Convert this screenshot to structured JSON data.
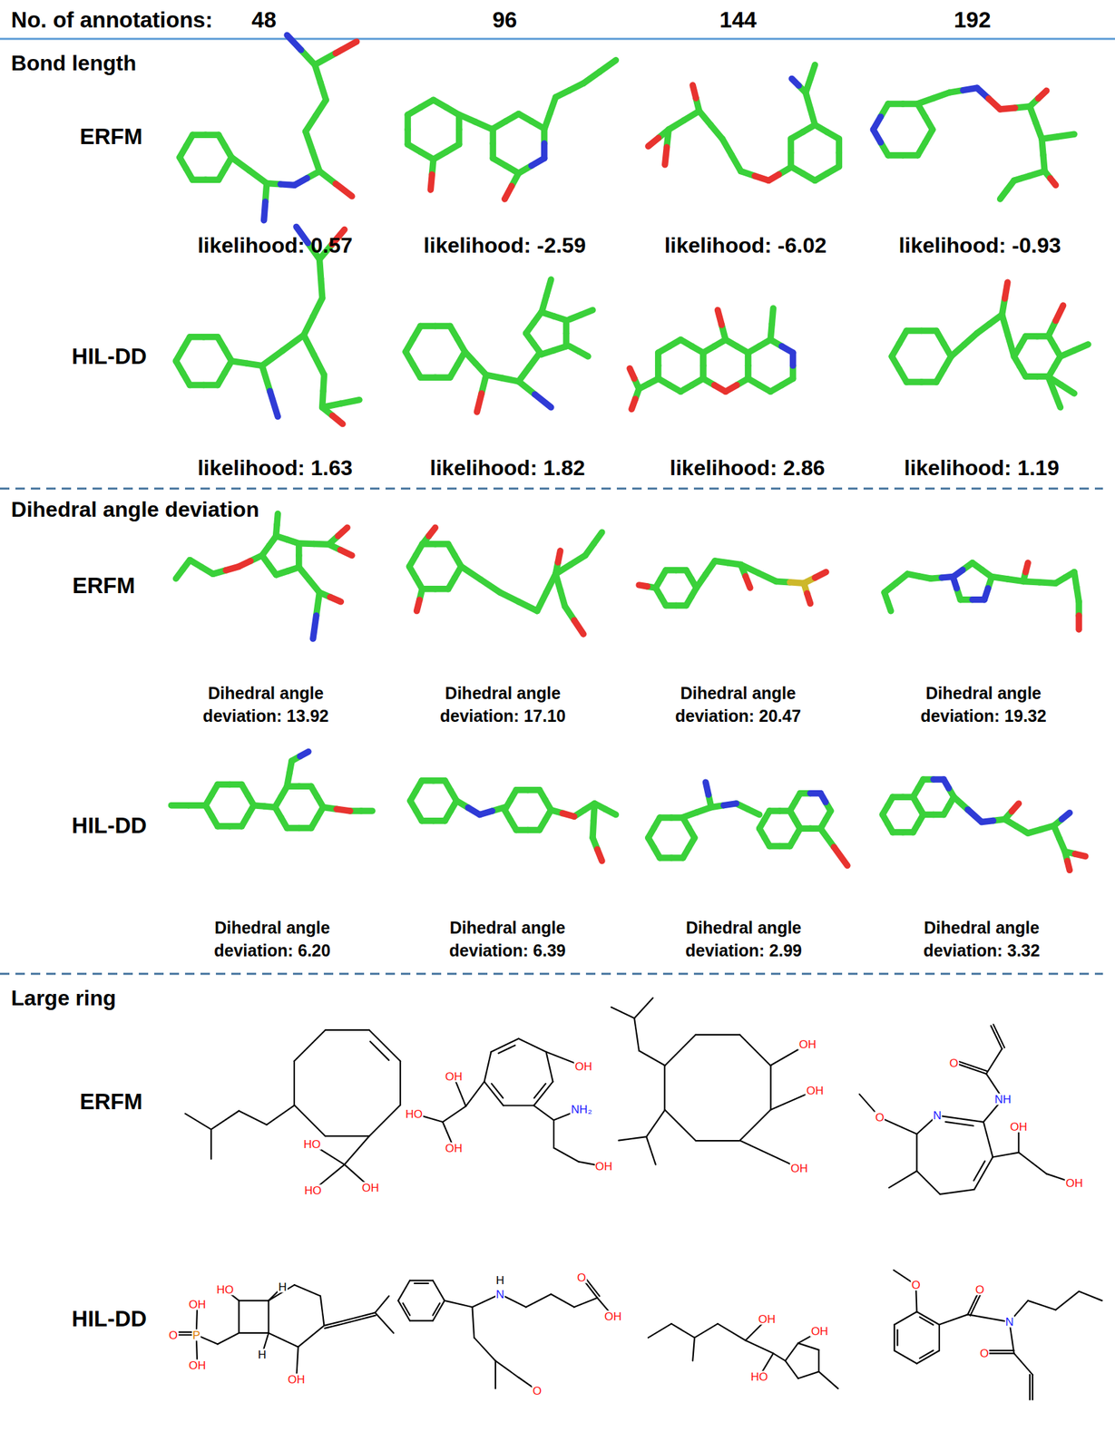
{
  "diagram": {
    "labels": [
      "No. of annotations:",
      "48",
      "96",
      "144",
      "192",
      "Bond length",
      "ERFM",
      "likelihood: 0.57",
      "likelihood: -2.59",
      "likelihood: -6.02",
      "likelihood: -0.93",
      "HIL-DD",
      "likelihood: 1.63",
      "likelihood: 1.82",
      "likelihood: 2.86",
      "likelihood: 1.19",
      "Dihedral angle deviation",
      "ERFM",
      "Dihedral angle deviation: 13.92",
      "Dihedral angle deviation: 17.10",
      "Dihedral angle deviation: 20.47",
      "Dihedral angle deviation: 19.32",
      "HIL-DD",
      "Dihedral angle deviation: 6.20",
      "Dihedral angle deviation: 6.39",
      "Dihedral angle deviation: 2.99",
      "Dihedral angle deviation: 3.32",
      "Large ring",
      "ERFM",
      "HIL-DD",
      "HO",
      "HO",
      "OH",
      "OH",
      "OH",
      "NH₂",
      "HO",
      "OH",
      "OH",
      "OH",
      "OH",
      "OH",
      "O",
      "NH",
      "N",
      "O",
      "OH",
      "OH",
      "HO",
      "H",
      "OH",
      "O",
      "P",
      "H",
      "OH",
      "OH",
      "O",
      "H",
      "N",
      "OH",
      "O",
      "OH",
      "OH",
      "HO",
      "O",
      "O",
      "N",
      "O"
    ]
  }
}
